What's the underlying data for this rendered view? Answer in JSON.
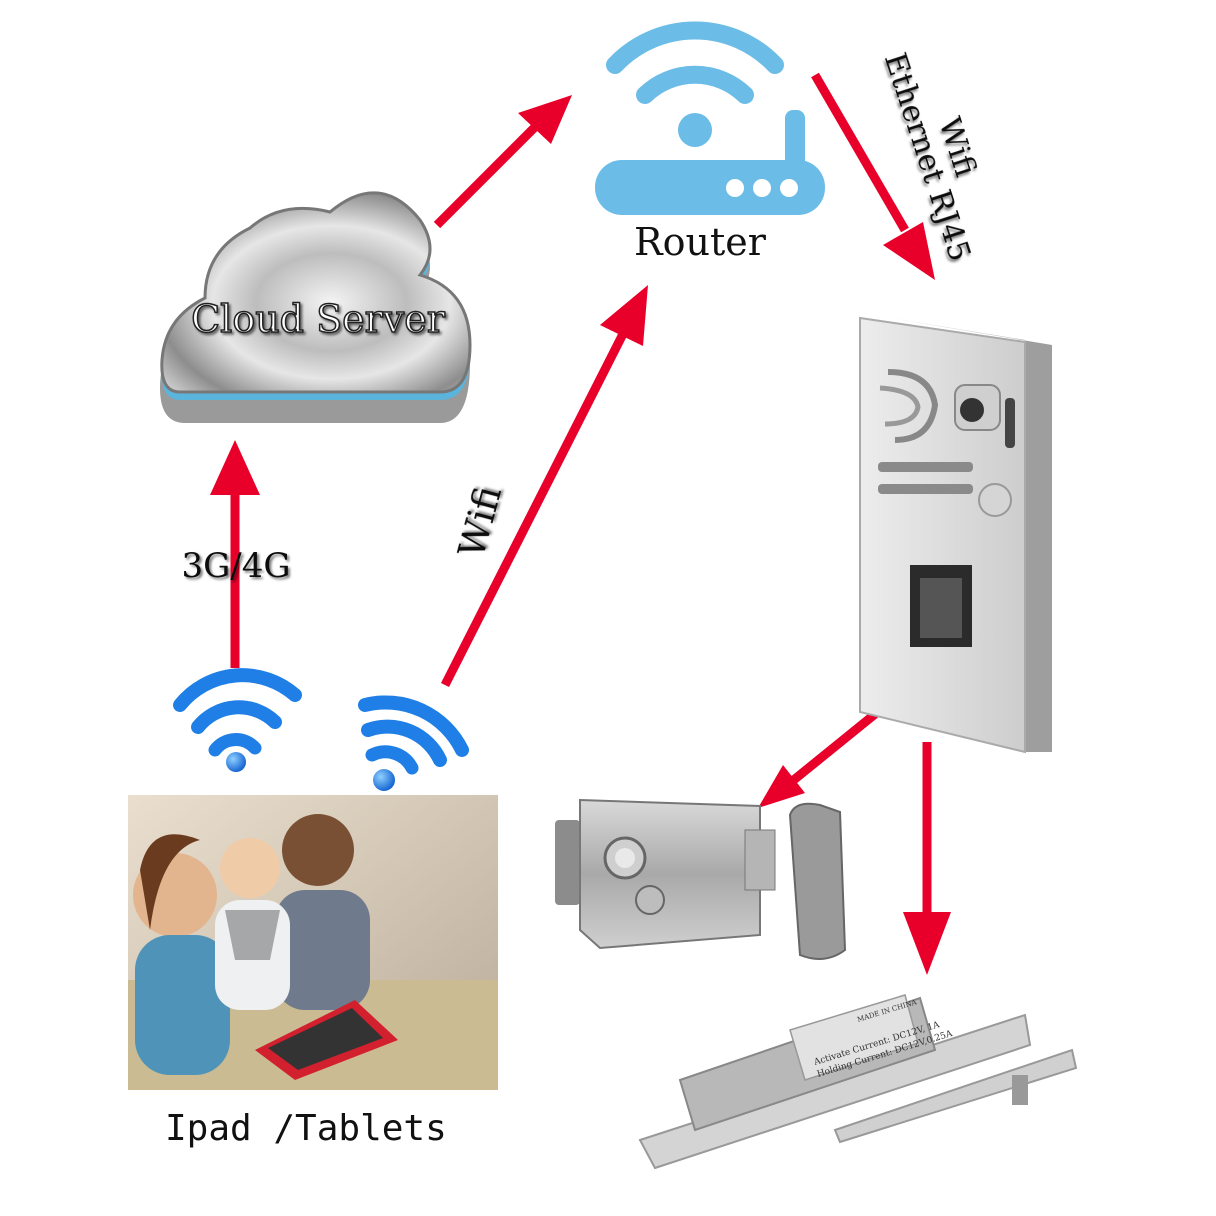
{
  "colors": {
    "arrow": "#e8002a",
    "router_icon": "#6bbde8",
    "wifi_blue": "#1f7fe6",
    "label_text": "#111111"
  },
  "nodes": {
    "cloud_server": {
      "label": "Cloud Server",
      "icon": "cloud-icon"
    },
    "router": {
      "label": "Router",
      "icon": "router-icon"
    },
    "door_station": {
      "icon": "door-station-icon"
    },
    "rim_lock": {
      "icon": "rim-lock-icon"
    },
    "bolt_lock": {
      "icon": "bolt-lock-icon",
      "plate_lines": [
        "MADE IN CHINA",
        "Activate Current: DC12V, 1A",
        "Holding Current: DC12V,0.25A"
      ]
    },
    "tablets": {
      "label": "Ipad /Tablets",
      "icon": "family-tablet-photo"
    }
  },
  "connections": {
    "phone_to_cloud": "3G/4G",
    "tablet_to_router": "Wifi",
    "router_to_station": [
      "Wifi",
      "Ethernet RJ45"
    ]
  }
}
